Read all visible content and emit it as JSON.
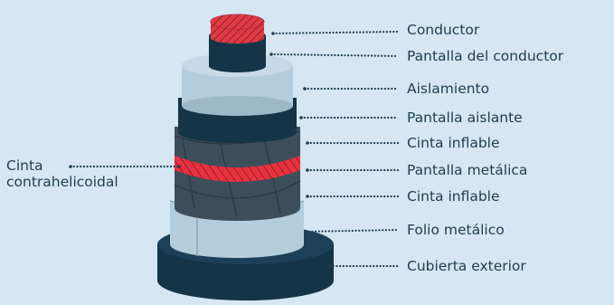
{
  "labels": {
    "conductor": "Conductor",
    "pantalla_conductor": "Pantalla del conductor",
    "aislamiento": "Aislamiento",
    "pantalla_aislante": "Pantalla aislante",
    "cinta_inflable_1": "Cinta inflable",
    "pantalla_metalica": "Pantalla metálica",
    "cinta_inflable_2": "Cinta inflable",
    "folio_metalico": "Folio metálico",
    "cubierta_exterior": "Cubierta exterior",
    "cinta_contrahelicoidal_line1": "Cinta",
    "cinta_contrahelicoidal_line2": "contrahelicoidal"
  },
  "colors": {
    "background": "#d5e7f2",
    "dark_navy": "#153447",
    "insulation": "#b4cddc",
    "insulation_dark": "#9cb8c9",
    "screen_gray": "#3d4e5b",
    "conductor_red": "#e23a44",
    "leader_dots": "#1e3d52"
  }
}
